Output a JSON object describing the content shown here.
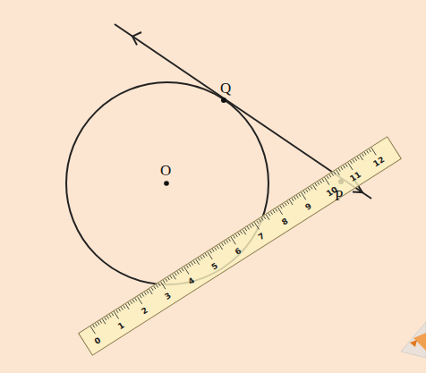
{
  "diagram": {
    "labels": [
      "Q",
      "O",
      "P",
      "0",
      "1",
      "2",
      "3",
      "4",
      "5",
      "6",
      "7",
      "8",
      "9",
      "10",
      "11",
      "12"
    ]
  }
}
